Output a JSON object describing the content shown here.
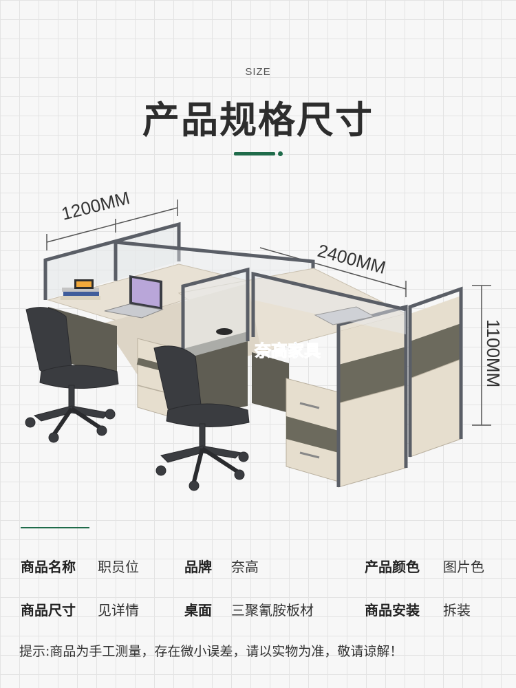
{
  "header": {
    "subtitle": "SIZE",
    "title": "产品规格尺寸"
  },
  "illustration": {
    "dimensions": {
      "width_single": "1200MM",
      "length_total": "2400MM",
      "height": "1100MM"
    },
    "brand_text": "奈高家具",
    "colors": {
      "frame": "#5a5e66",
      "desk_top": "#e8e1d4",
      "panel_light": "#e6dece",
      "panel_dark": "#6c6a5d",
      "chair": "#3a3c40",
      "brand": "#2f7de0",
      "accent": "#1f6b4a"
    }
  },
  "specs": {
    "row1": [
      {
        "key": "商品名称",
        "value": "职员位"
      },
      {
        "key": "品牌",
        "value": "奈高"
      },
      {
        "key": "产品颜色",
        "value": "图片色"
      }
    ],
    "row2": [
      {
        "key": "商品尺寸",
        "value": "见详情"
      },
      {
        "key": "桌面",
        "value": "三聚氰胺板材"
      },
      {
        "key": "商品安装",
        "value": "拆装"
      }
    ]
  },
  "note": "提示:商品为手工测量，存在微小误差，请以实物为准，敬请谅解！"
}
